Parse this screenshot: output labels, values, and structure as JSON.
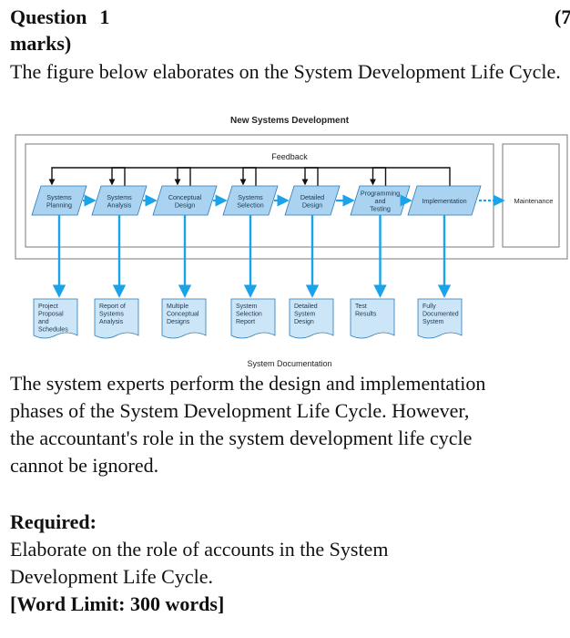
{
  "question": {
    "label": "Question",
    "number": "1",
    "marks_open": "(7",
    "marks_close": "marks)"
  },
  "intro": "The figure below elaborates on the System Development Life Cycle.",
  "figure": {
    "title": "New Systems Development",
    "feedback_label": "Feedback",
    "documentation_label": "System Documentation",
    "phases": [
      [
        "Systems",
        "Planning"
      ],
      [
        "Systems",
        "Analysis"
      ],
      [
        "Conceptual",
        "Design"
      ],
      [
        "Systems",
        "Selection"
      ],
      [
        "Detailed",
        "Design"
      ],
      [
        "Programming",
        "and",
        "Testing"
      ],
      [
        "Implementation"
      ]
    ],
    "maintenance_label": "Maintenance",
    "documents": [
      [
        "Project",
        "Proposal",
        "and",
        "Schedules"
      ],
      [
        "Report of",
        "Systems",
        "Analysis"
      ],
      [
        "Multiple",
        "Conceptual",
        "Designs"
      ],
      [
        "System",
        "Selection",
        "Report"
      ],
      [
        "Detailed",
        "System",
        "Design"
      ],
      [
        "Test",
        "Results"
      ],
      [
        "Fully",
        "Documented",
        "System"
      ]
    ],
    "colors": {
      "phase_fill": "#a9d3f0",
      "arrow": "#1aa3e8",
      "doc_fill": "#cde6f7",
      "frame": "#7a7a7a"
    }
  },
  "body": [
    "The system experts perform the design and implementation",
    "phases of the System Development Life Cycle. However,",
    "the accountant's role in the system development life cycle",
    "cannot be ignored."
  ],
  "required": {
    "heading": "Required:",
    "text_lines": [
      "Elaborate on the role of accounts in the System",
      "Development Life Cycle."
    ],
    "word_limit": "[Word Limit: 300 words]"
  }
}
